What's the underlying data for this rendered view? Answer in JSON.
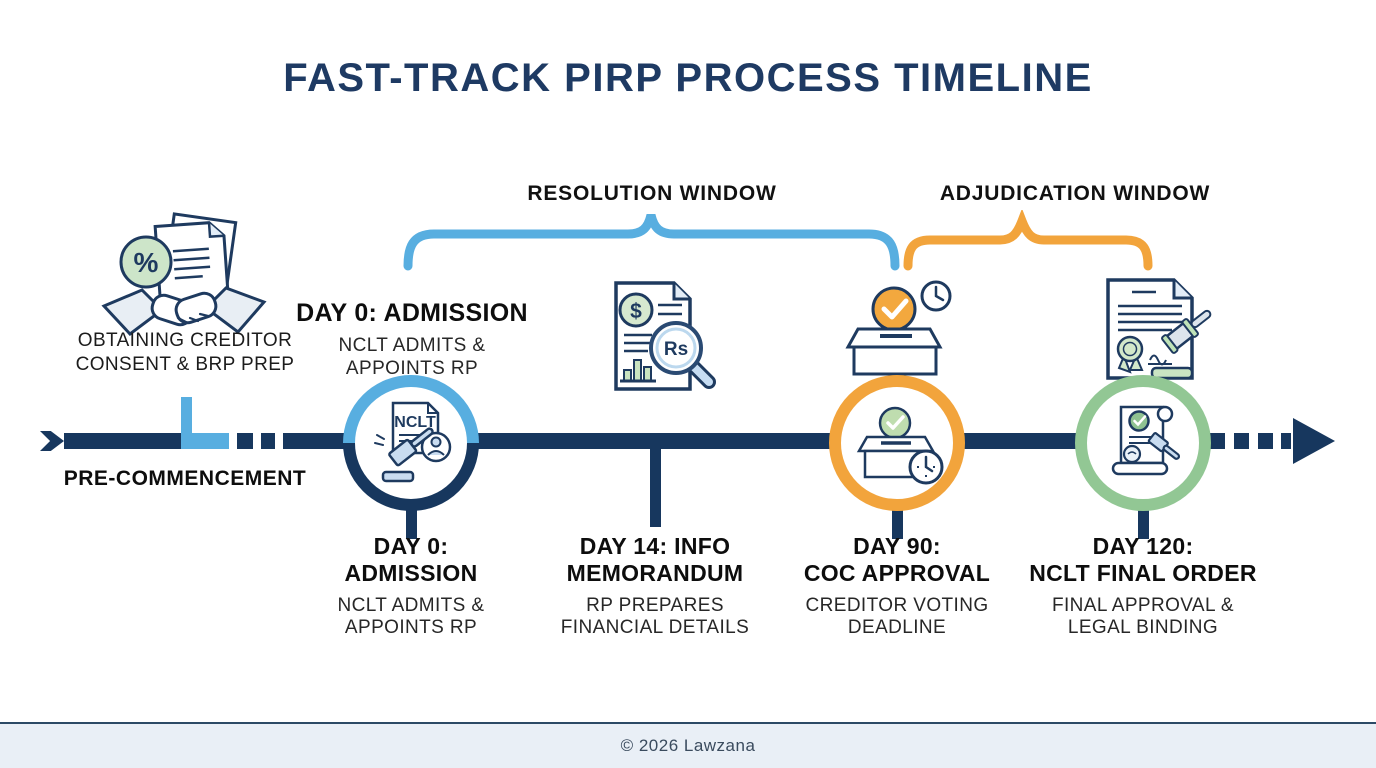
{
  "title": "FAST-TRACK PIRP PROCESS TIMELINE",
  "colors": {
    "navy": "#17375E",
    "title_navy": "#1E3A63",
    "light_blue": "#58AEE0",
    "orange": "#F2A43C",
    "green": "#92C794",
    "footer_bg": "#E9EFF6"
  },
  "windows": {
    "resolution": {
      "label": "RESOLUTION WINDOW",
      "color": "#58AEE0"
    },
    "adjudication": {
      "label": "ADJUDICATION WINDOW",
      "color": "#F2A43C"
    }
  },
  "pre_commencement": {
    "caption_line1": "OBTAINING CREDITOR",
    "caption_line2": "CONSENT & BRP PREP",
    "label": "PRE-COMMENCEMENT"
  },
  "day0_callout": {
    "title": "DAY 0: ADMISSION",
    "sub_line1": "NCLT ADMITS &",
    "sub_line2": "APPOINTS RP"
  },
  "icon_labels": {
    "nclt": "NCLT",
    "rs": "Rs",
    "dollar": "$",
    "percent": "%"
  },
  "milestones": [
    {
      "heading_line1": "DAY 0:",
      "heading_line2": "ADMISSION",
      "sub_line1": "NCLT ADMITS &",
      "sub_line2": "APPOINTS RP"
    },
    {
      "heading_line1": "DAY 14: INFO",
      "heading_line2": "MEMORANDUM",
      "sub_line1": "RP PREPARES",
      "sub_line2": "FINANCIAL DETAILS"
    },
    {
      "heading_line1": "DAY 90:",
      "heading_line2": "COC APPROVAL",
      "sub_line1": "CREDITOR VOTING",
      "sub_line2": "DEADLINE"
    },
    {
      "heading_line1": "DAY 120:",
      "heading_line2": "NCLT FINAL ORDER",
      "sub_line1": "FINAL APPROVAL &",
      "sub_line2": "LEGAL BINDING"
    }
  ],
  "footer": {
    "copyright": "© 2026 Lawzana"
  }
}
